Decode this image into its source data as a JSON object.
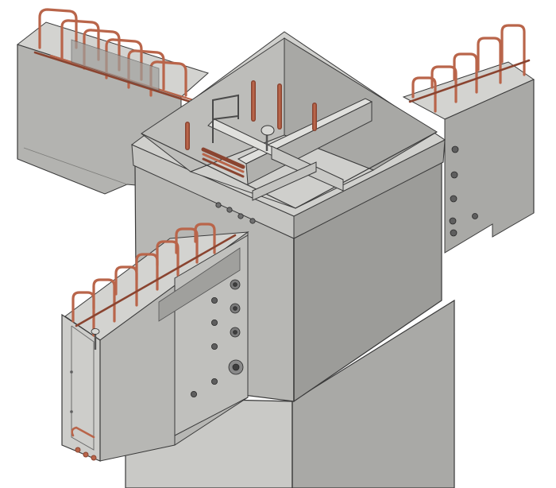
{
  "figure": {
    "background": "#ffffff",
    "colors": {
      "concrete_light": "#c9c9c6",
      "concrete_mid": "#b5b5b2",
      "concrete_dark": "#9e9e9b",
      "steel_light": "#bdbdbd",
      "steel_dark": "#8c8c8c",
      "rebar": "#b9654a",
      "rebar_dark": "#8a4430",
      "outline": "#3a3a3a"
    },
    "components": [
      {
        "name": "steel-column-box",
        "kind": "steel"
      },
      {
        "name": "column-base-concrete",
        "kind": "concrete"
      },
      {
        "name": "precast-beam-back-left",
        "kind": "concrete"
      },
      {
        "name": "precast-beam-back-right",
        "kind": "concrete"
      },
      {
        "name": "precast-beam-front-left",
        "kind": "concrete"
      },
      {
        "name": "stirrup-rebars",
        "kind": "rebar"
      },
      {
        "name": "anchor-bolts",
        "kind": "steel"
      }
    ]
  }
}
